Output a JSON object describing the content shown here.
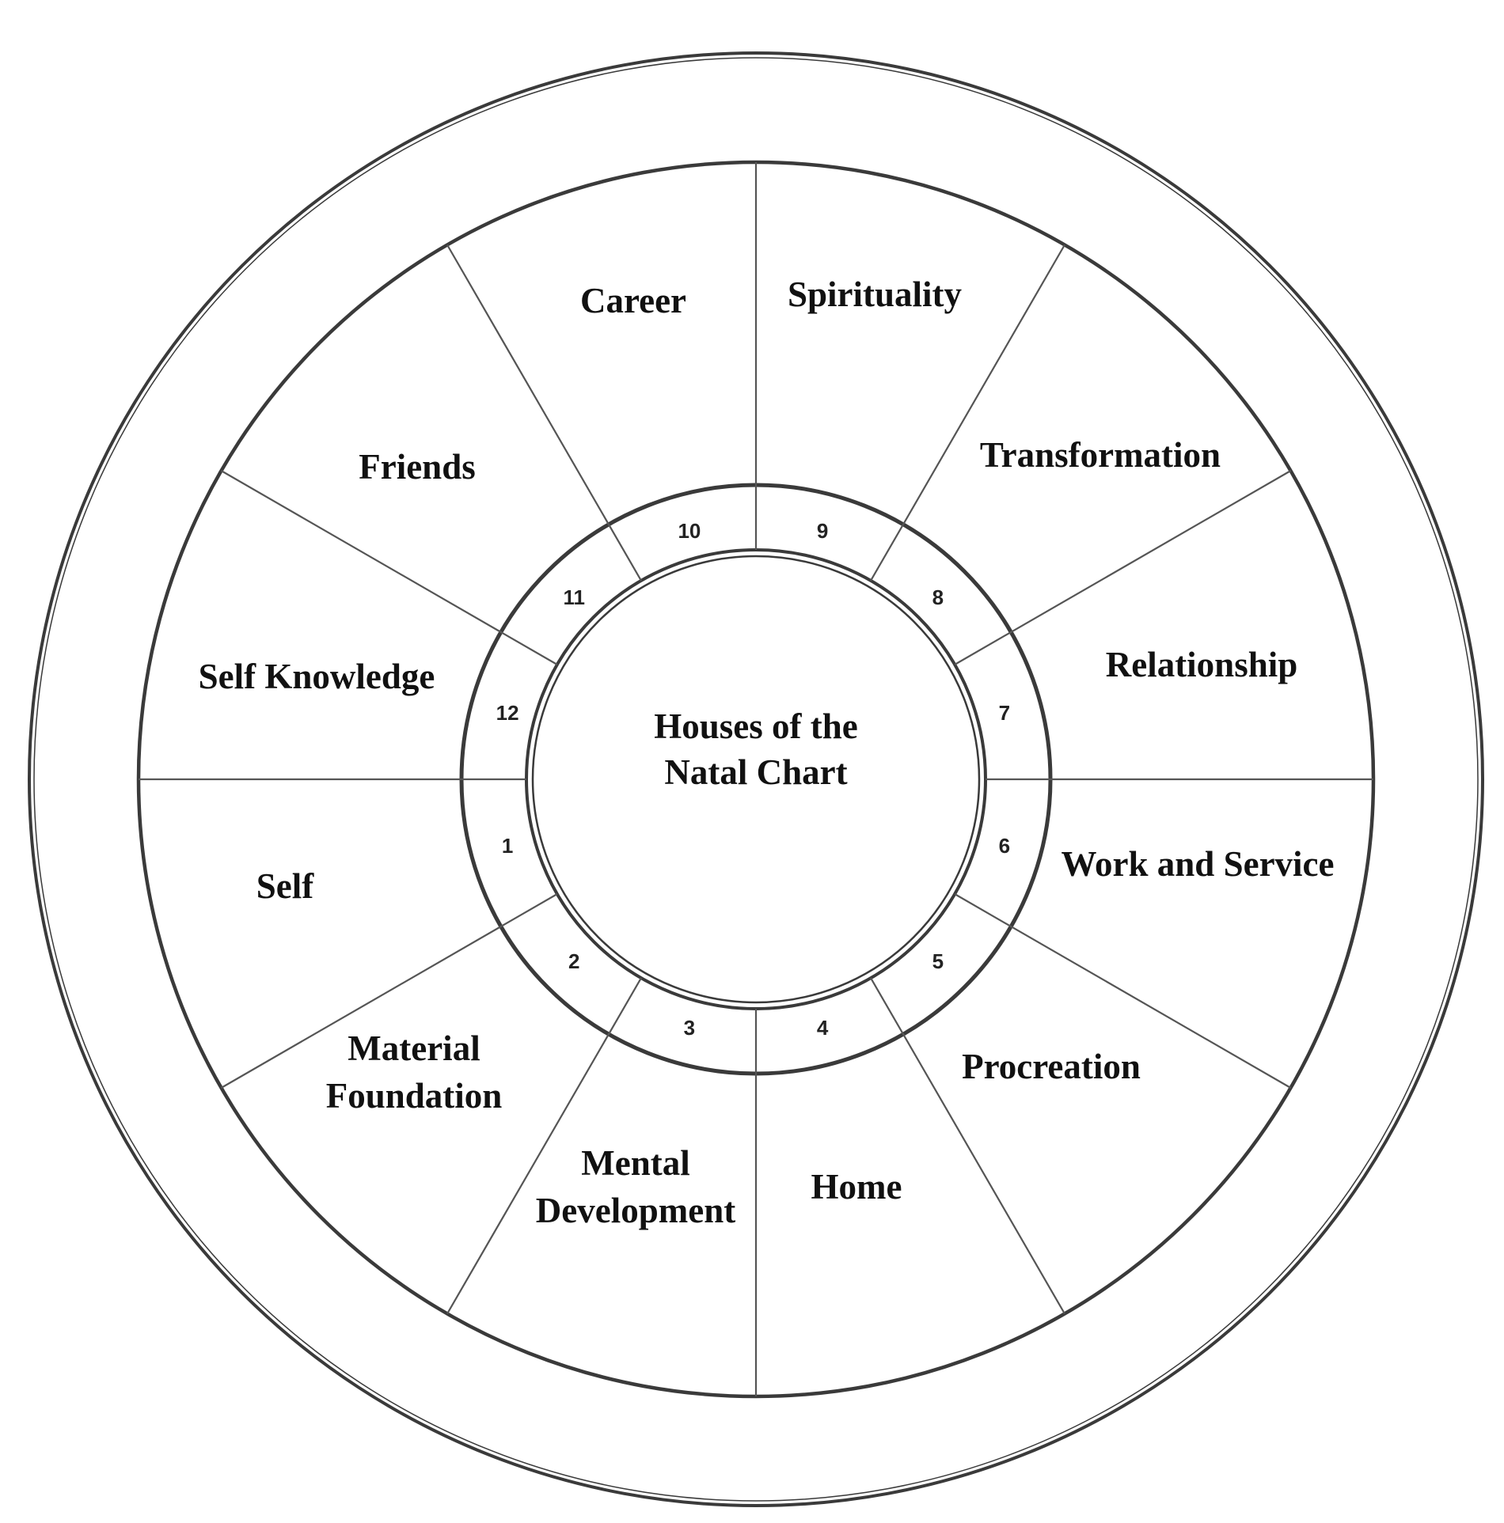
{
  "center": {
    "title_line1": "Houses of the",
    "title_line2": "Natal Chart"
  },
  "houses": [
    {
      "number": "1",
      "lines": [
        "Self"
      ]
    },
    {
      "number": "2",
      "lines": [
        "Material",
        "Foundation"
      ]
    },
    {
      "number": "3",
      "lines": [
        "Mental",
        "Development"
      ]
    },
    {
      "number": "4",
      "lines": [
        "Home"
      ]
    },
    {
      "number": "5",
      "lines": [
        "Procreation"
      ]
    },
    {
      "number": "6",
      "lines": [
        "Work and Service"
      ]
    },
    {
      "number": "7",
      "lines": [
        "Relationship"
      ]
    },
    {
      "number": "8",
      "lines": [
        "Transformation"
      ]
    },
    {
      "number": "9",
      "lines": [
        "Spirituality"
      ]
    },
    {
      "number": "10",
      "lines": [
        "Career"
      ]
    },
    {
      "number": "11",
      "lines": [
        "Friends"
      ]
    },
    {
      "number": "12",
      "lines": [
        "Self Knowledge"
      ]
    }
  ],
  "colors": {
    "line": "#3a3a3a",
    "text": "#111111"
  }
}
